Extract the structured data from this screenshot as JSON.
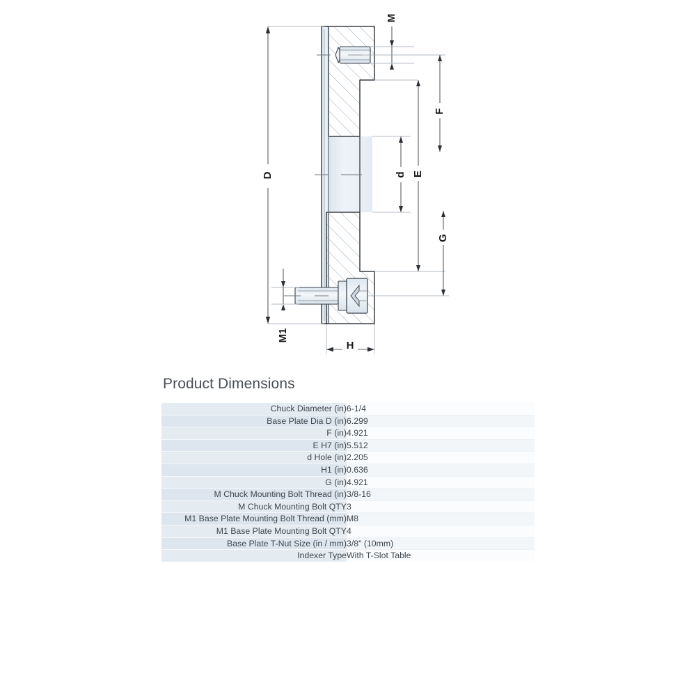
{
  "drawing": {
    "title": "mounting-flange-cross-section",
    "labels": {
      "D": "D",
      "F": "F",
      "E": "E",
      "G": "G",
      "d": "d",
      "M": "M",
      "M1": "M1",
      "H": "H"
    },
    "colors": {
      "hatch_fill": "#dce6ef",
      "plain_fill": "#e9f0f6",
      "outline": "#3a3f45",
      "dim_line": "#2b2f33",
      "hatch_line": "#9fb0c0"
    }
  },
  "spec": {
    "title": "Product Dimensions",
    "rows": [
      {
        "label": "Chuck Diameter (in)",
        "value": "6-1/4"
      },
      {
        "label": "Base Plate Dia D (in)",
        "value": "6.299"
      },
      {
        "label": "F (in)",
        "value": "4.921"
      },
      {
        "label": "E H7 (in)",
        "value": "5.512"
      },
      {
        "label": "d Hole (in)",
        "value": "2.205"
      },
      {
        "label": "H1 (in)",
        "value": "0.636"
      },
      {
        "label": "G (in)",
        "value": "4.921"
      },
      {
        "label": "M Chuck Mounting  Bolt Thread (in)",
        "value": "3/8-16"
      },
      {
        "label": "M Chuck Mounting Bolt QTY",
        "value": "3"
      },
      {
        "label": "M1 Base Plate Mounting Bolt Thread (mm)",
        "value": "M8"
      },
      {
        "label": "M1 Base Plate Mounting  Bolt QTY",
        "value": "4"
      },
      {
        "label": "Base Plate T-Nut Size (in / mm)",
        "value": "3/8\" (10mm)"
      },
      {
        "label": "Indexer Type",
        "value": "With T-Slot Table"
      }
    ]
  }
}
